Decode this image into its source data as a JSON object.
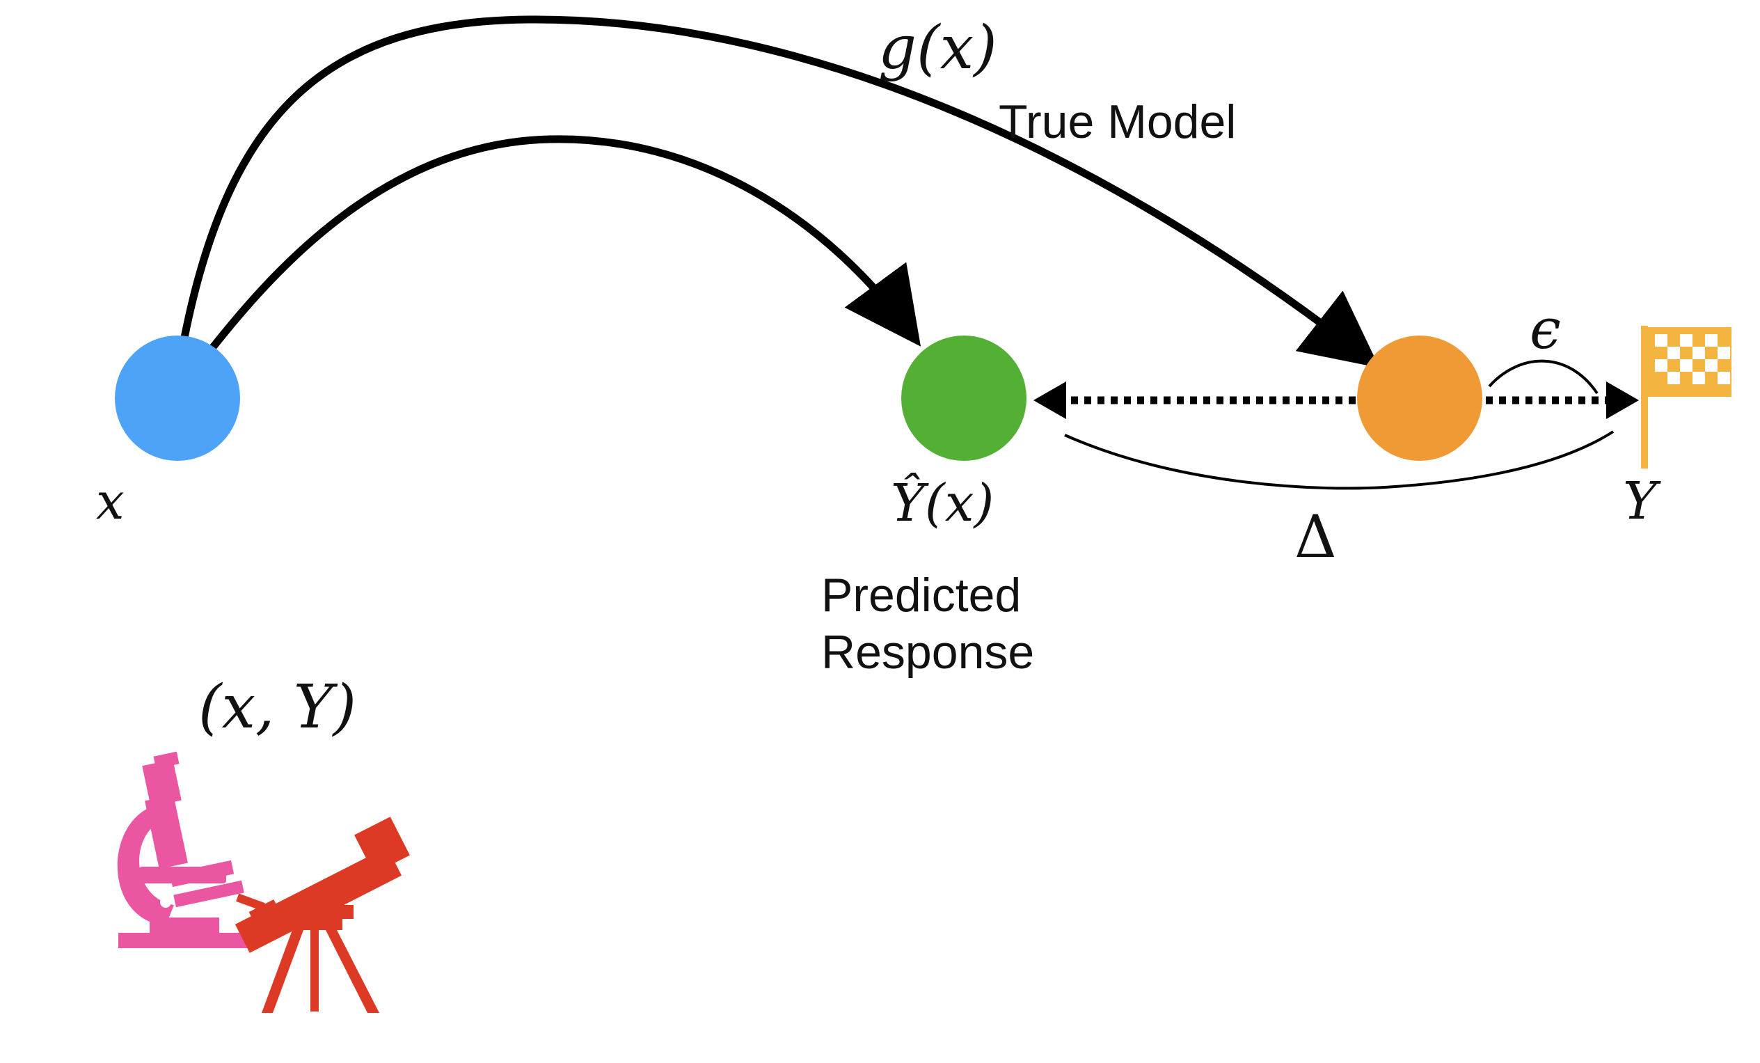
{
  "labels": {
    "g_of_x": "g(x)",
    "true_model": "True Model",
    "x": "x",
    "y_hat_x": "Ŷ(x)",
    "y": "Y",
    "epsilon": "ϵ",
    "delta": "Δ",
    "predicted_line1": "Predicted",
    "predicted_line2": "Response",
    "xy_pair": "(x, Y)"
  },
  "colors": {
    "input_node": "#4da3f7",
    "predicted_node": "#53b034",
    "true_node": "#f09a36",
    "flag": "#f3b53f",
    "microscope": "#eb56a2",
    "telescope": "#dd3a26",
    "stroke": "#000000"
  },
  "icons": {
    "target": "checkered-flag-icon",
    "microscope": "microscope-icon",
    "telescope": "telescope-icon"
  }
}
